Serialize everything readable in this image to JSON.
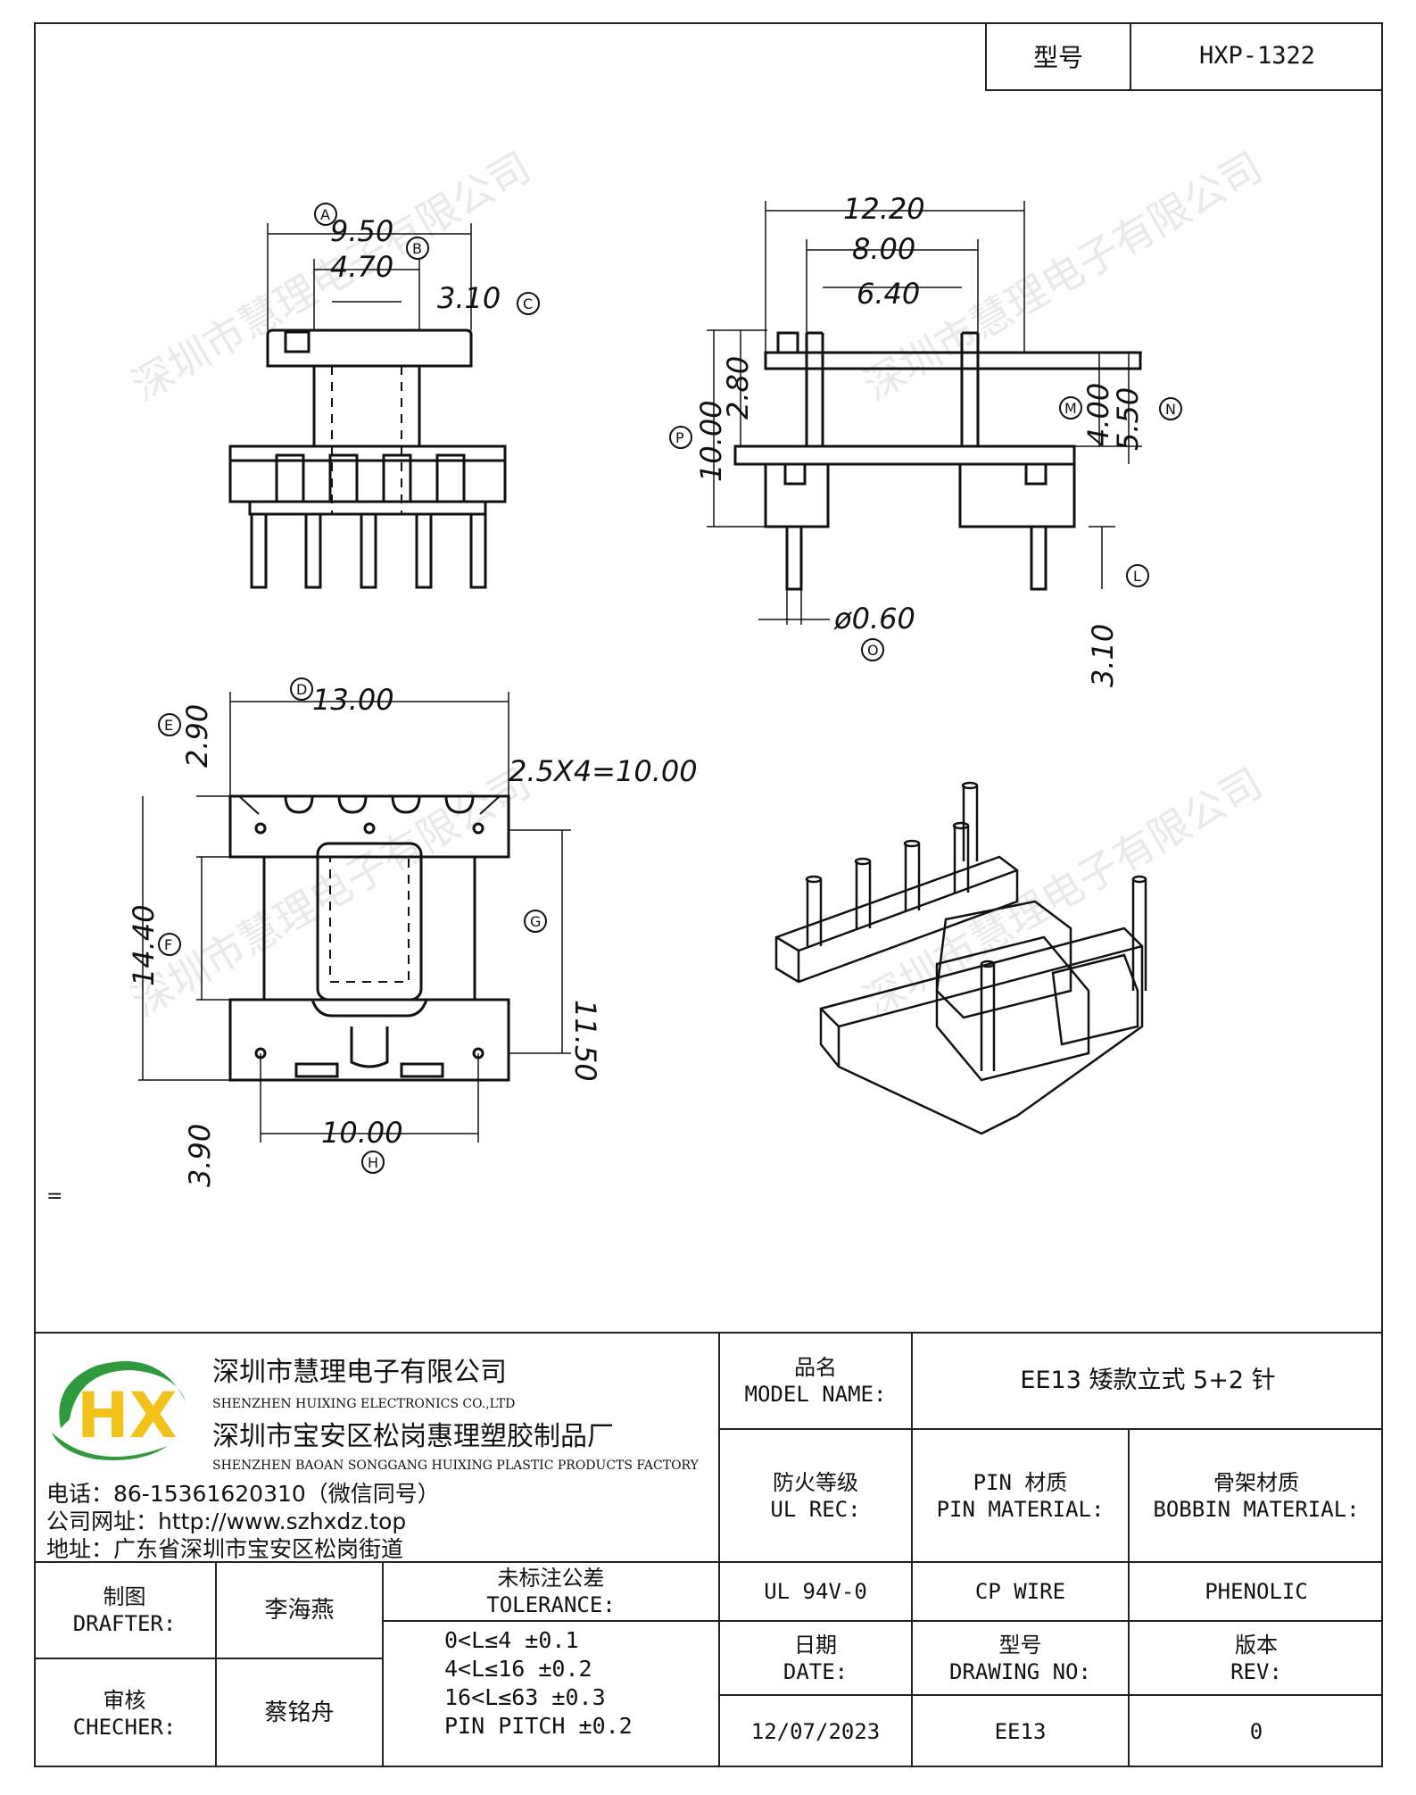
{
  "header": {
    "model_label": "型号",
    "model_value": "HXP-1322"
  },
  "dimensions": {
    "a": "9.50",
    "b": "4.70",
    "c": "3.10",
    "d": "12.20",
    "e": "8.00",
    "f": "6.40",
    "g": "2.80",
    "h": "10.00",
    "i": "4.00",
    "j": "5.50",
    "k": "ø0.60",
    "l": "3.10",
    "m": "13.00",
    "n": "2.90",
    "o": "2.5X4=10.00",
    "p": "14.40",
    "q": "11.50",
    "r": "10.00",
    "s": "3.90"
  },
  "circle_labels": {
    "A": "A",
    "B": "B",
    "C": "C",
    "D": "D",
    "E": "E",
    "F": "F",
    "G": "G",
    "H": "H",
    "L": "L",
    "M": "M",
    "N": "N",
    "O": "O",
    "P": "P"
  },
  "watermark": "深圳市慧理电子有限公司",
  "stray_mark": "=",
  "title_block": {
    "company_cn": "深圳市慧理电子有限公司",
    "company_en": "SHENZHEN HUIXING ELECTRONICS CO.,LTD",
    "factory_cn": "深圳市宝安区松岗惠理塑胶制品厂",
    "factory_en": "SHENZHEN BAOAN SONGGANG HUIXING PLASTIC PRODUCTS FACTORY",
    "phone": "电话：86-15361620310（微信同号）",
    "website": "公司网址：http://www.szhxdz.top",
    "address": "地址：广东省深圳市宝安区松岗街道",
    "model_name_cn": "品名",
    "model_name_en": "MODEL NAME:",
    "model_name_value": "EE13 矮款立式 5+2 针",
    "ul_rec_cn": "防火等级",
    "ul_rec_en": "UL REC:",
    "pin_material_cn": "PIN 材质",
    "pin_material_en": "PIN MATERIAL:",
    "bobbin_material_cn": "骨架材质",
    "bobbin_material_en": "BOBBIN MATERIAL:",
    "ul_value": "UL 94V-0",
    "pin_value": "CP WIRE",
    "bobbin_value": "PHENOLIC",
    "drafter_cn": "制图",
    "drafter_en": "DRAFTER:",
    "drafter_value": "李海燕",
    "checker_cn": "审核",
    "checker_en": "CHECHER:",
    "checker_value": "蔡铭舟",
    "tolerance_cn": "未标注公差",
    "tolerance_en": "TOLERANCE:",
    "tolerance_lines": [
      "0<L≤4  ±0.1",
      "4<L≤16 ±0.2",
      "16<L≤63 ±0.3",
      "PIN PITCH ±0.2"
    ],
    "date_cn": "日期",
    "date_en": "DATE:",
    "date_value": "12/07/2023",
    "drawing_no_cn": "型号",
    "drawing_no_en": "DRAWING NO:",
    "drawing_no_value": "EE13",
    "rev_cn": "版本",
    "rev_en": "REV:",
    "rev_value": "0",
    "logo_letters": "HX"
  }
}
